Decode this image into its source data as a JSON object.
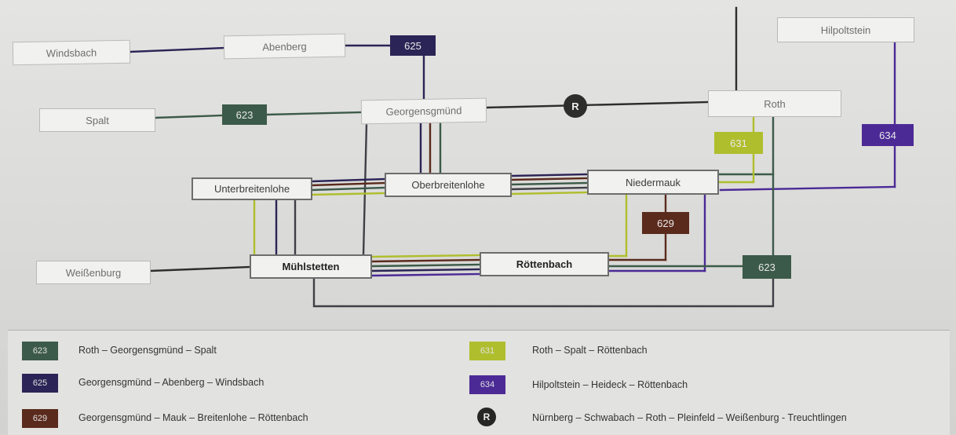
{
  "colors": {
    "line_623": "#3c5a49",
    "line_625": "#2b2456",
    "line_629": "#5a2a1c",
    "line_631": "#afbe2c",
    "line_634": "#4b2a96",
    "line_R": "#2d2d2b",
    "connector": "#3f3f47"
  },
  "stations": {
    "windsbach": "Windsbach",
    "abenberg": "Abenberg",
    "spalt": "Spalt",
    "georgensgmuend": "Georgensgmünd",
    "roth": "Roth",
    "hilpoltstein": "Hilpoltstein",
    "unterbreitenlohe": "Unterbreitenlohe",
    "oberbreitenlohe": "Oberbreitenlohe",
    "niedermauk": "Niedermauk",
    "weissenburg": "Weißenburg",
    "muehlstetten": "Mühlstetten",
    "roettenbach": "Röttenbach"
  },
  "map_badges": {
    "b625": "625",
    "b623_top": "623",
    "b631": "631",
    "b634": "634",
    "b629": "629",
    "b623_bottom": "623",
    "r_marker": "R"
  },
  "legend": [
    {
      "code": "623",
      "color": "#3c5a49",
      "text": "Roth – Georgensgmünd – Spalt"
    },
    {
      "code": "625",
      "color": "#2b2456",
      "text": "Georgensgmünd – Abenberg – Windsbach"
    },
    {
      "code": "629",
      "color": "#5a2a1c",
      "text": "Georgensgmünd – Mauk – Breitenlohe – Röttenbach"
    },
    {
      "code": "631",
      "color": "#afbe2c",
      "text": "Roth – Spalt – Röttenbach"
    },
    {
      "code": "634",
      "color": "#4b2a96",
      "text": "Hilpoltstein – Heideck – Röttenbach"
    },
    {
      "code": "R",
      "color": "#262624",
      "text": "Nürnberg – Schwabach – Roth – Pleinfeld – Weißenburg - Treuchtlingen"
    }
  ]
}
